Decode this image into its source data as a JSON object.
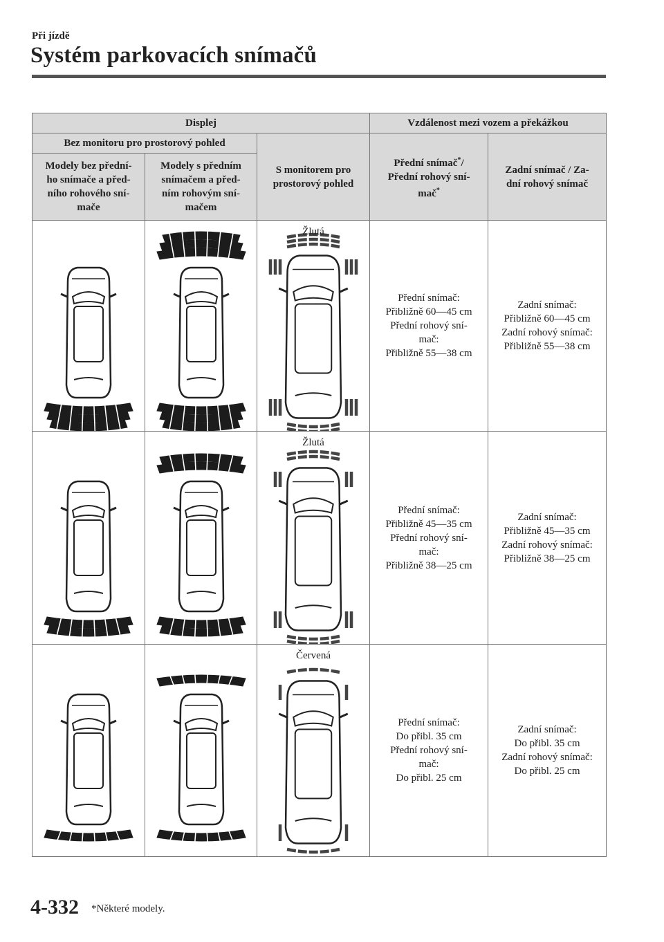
{
  "header": {
    "section": "Při jízdě",
    "title": "Systém parkovacích snímačů"
  },
  "table": {
    "head": {
      "display": "Displej",
      "distance": "Vzdálenost mezi vozem a překážkou",
      "no_monitor": "Bez monitoru pro prostorový pohled",
      "with_monitor": "S monitorem pro prostorový pohled",
      "front_sensor": "Přední snímač*/ Přední rohový snímač*",
      "rear_sensor": "Zadní snímač / Zadní rohový snímač",
      "models_without_front": "Modely bez předního snímače a předního rohového snímače",
      "models_with_front": "Modely s předním snímačem a předním rohovým snímačem"
    },
    "rows": [
      {
        "color": "Žlutá",
        "front": [
          "Přední snímač:",
          "Přibližně 60—45 cm",
          "Přední rohový sní-",
          "mač:",
          "Přibližně 55—38 cm"
        ],
        "rear": [
          "Zadní snímač:",
          "Přibližně 60—45 cm",
          "Zadní rohový snímač:",
          "Přibližně 55—38 cm"
        ]
      },
      {
        "color": "Žlutá",
        "front": [
          "Přední snímač:",
          "Přibližně 45—35 cm",
          "Přední rohový sní-",
          "mač:",
          "Přibližně 38—25 cm"
        ],
        "rear": [
          "Zadní snímač:",
          "Přibližně 45—35 cm",
          "Zadní rohový snímač:",
          "Přibližně 38—25 cm"
        ]
      },
      {
        "color": "Červená",
        "front": [
          "Přední snímač:",
          "Do přibl. 35 cm",
          "Přední rohový sní-",
          "mač:",
          "Do přibl. 25 cm"
        ],
        "rear": [
          "Zadní snímač:",
          "Do přibl. 35 cm",
          "Zadní rohový snímač:",
          "Do přibl. 25 cm"
        ]
      }
    ]
  },
  "footer": {
    "page": "4-332",
    "note": "*Některé modely."
  }
}
